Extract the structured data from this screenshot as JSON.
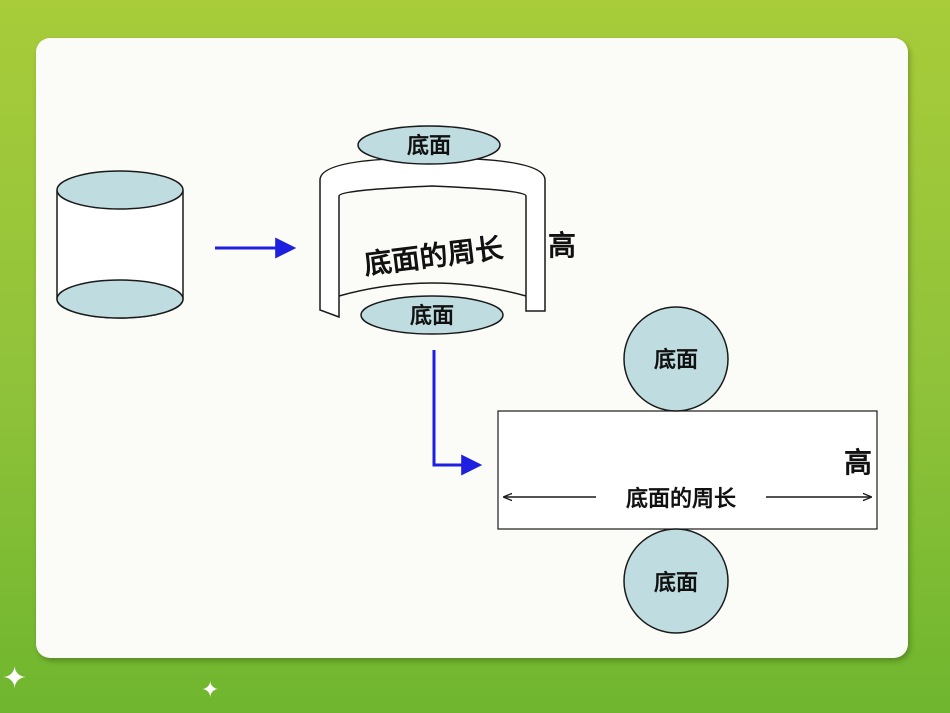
{
  "labels": {
    "base": "底面",
    "base_circumference": "底面的周长",
    "height": "高"
  },
  "colors": {
    "base_fill": "#bfdde0",
    "outline": "#1a1a1a",
    "arrow": "#1f1fe0",
    "panel": "#fbfcf7",
    "background": "#9bc83a"
  },
  "icons": [
    "sparkle-icon",
    "sparkle-icon"
  ]
}
